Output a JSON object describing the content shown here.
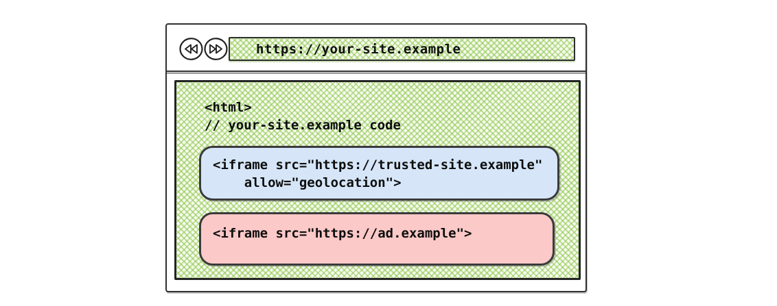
{
  "browser": {
    "url": "https://your-site.example",
    "back_button": "back",
    "forward_button": "forward"
  },
  "page": {
    "html_tag": "<html>",
    "comment": "// your-site.example code",
    "trusted_iframe": {
      "line1": "<iframe src=\"https://trusted-site.example\"",
      "line2": "    allow=\"geolocation\">"
    },
    "ad_iframe": {
      "line1": "<iframe src=\"https://ad.example\">"
    }
  },
  "colors": {
    "hatch_green": "#8bc54a",
    "trusted_box_fill": "#d6e6f8",
    "ad_box_fill": "#fbc9c8",
    "outline": "#2f2f2f",
    "text": "#0d0d0d"
  }
}
